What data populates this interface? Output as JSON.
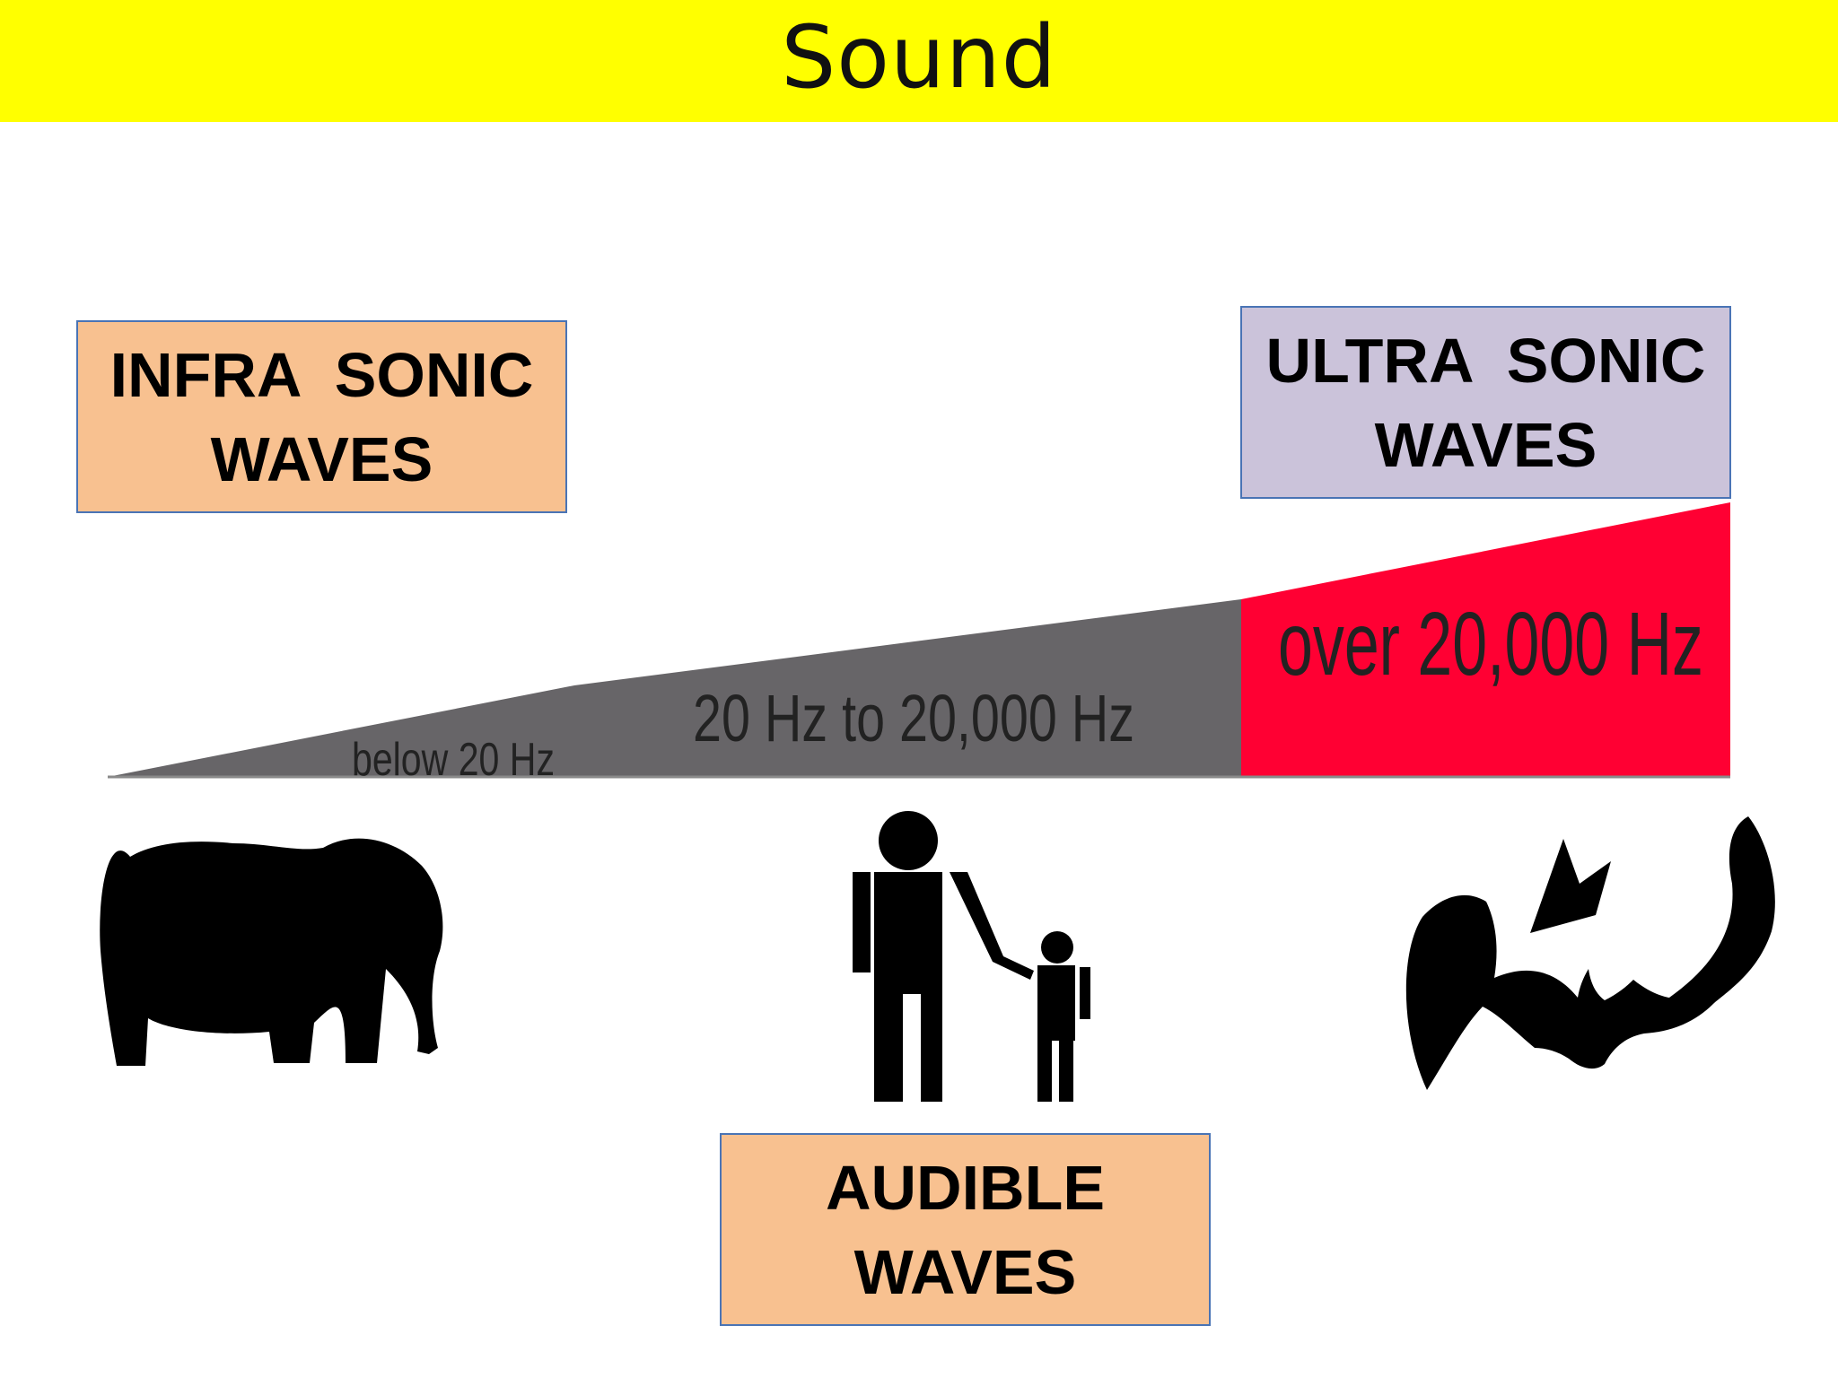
{
  "title": "Sound",
  "colors": {
    "title_bar": "#ffff00",
    "infra_box": "#f8c190",
    "ultra_box": "#cbc3da",
    "audible_box": "#f8c190",
    "box_border": "#4a74b5",
    "wedge_gray": "#676568",
    "wedge_red": "#ff0033",
    "silhouette": "#000000"
  },
  "boxes": {
    "infra": {
      "line1": "INFRA  SONIC",
      "line2": "WAVES"
    },
    "ultra": {
      "line1": "ULTRA  SONIC",
      "line2": "WAVES"
    },
    "audible": {
      "line1": "AUDIBLE",
      "line2": "WAVES"
    }
  },
  "ranges": {
    "infra": "below 20 Hz",
    "audible": "20 Hz  to  20,000 Hz",
    "ultra": "over  20,000 Hz"
  },
  "icons": {
    "infra": "elephant-icon",
    "audible": "adult-and-child-icon",
    "ultra": "bat-icon"
  }
}
